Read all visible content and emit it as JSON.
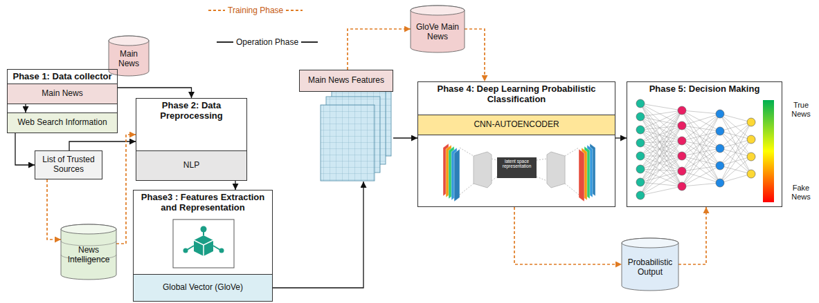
{
  "diagram": {
    "nodes": [
      {
        "text": [
          "Main News"
        ]
      },
      {
        "text": [
          "Phase 1: Data collector"
        ]
      },
      {
        "text": [
          "Main News"
        ],
        "in": 1
      },
      {
        "text": [
          "Web Search Information"
        ],
        "in": 1
      },
      {
        "text": [
          "List of Trusted Sources"
        ]
      },
      {
        "text": [
          "News Intelligence"
        ]
      },
      {
        "text": [
          "Phase 2: Data Preprocessing"
        ]
      },
      {
        "text": [
          "NLP"
        ],
        "in": 6
      },
      {
        "text": [
          "Phase3 : Features Extraction and Representation"
        ]
      },
      {
        "text": [
          "Global Vector (GloVe)"
        ],
        "in": 8
      },
      {
        "text": [
          "GloVe Main News"
        ]
      },
      {
        "text": [
          "Main News Features"
        ]
      },
      {
        "text": [
          "Phase 4: Deep Learning Probabilistic Classification"
        ]
      },
      {
        "text": [
          "CNN-AUTOENCODER"
        ],
        "in": 12
      },
      {
        "text": [
          "Probabilistic Output"
        ]
      },
      {
        "text": [
          "Phase 5: Decision Making"
        ]
      }
    ],
    "edges": [
      {
        "from": 2,
        "to": 6,
        "arrow": "to"
      },
      {
        "from": 2,
        "to": 3,
        "arrow": "to"
      },
      {
        "from": 3,
        "to": 4,
        "arrow": "to"
      },
      {
        "from": 4,
        "to": 6,
        "arrow": "to"
      },
      {
        "from": 4,
        "to": 5,
        "arrow": "to"
      },
      {
        "from": 5,
        "to": 6,
        "arrow": "to"
      },
      {
        "from": 6,
        "to": 8,
        "arrow": "to"
      },
      {
        "from": 9,
        "to": 11,
        "arrow": "to"
      },
      {
        "from": 11,
        "to": 12,
        "arrow": "to"
      },
      {
        "from": 11,
        "to": 10,
        "arrow": "to"
      },
      {
        "from": 10,
        "to": 12,
        "arrow": "to"
      },
      {
        "from": 12,
        "to": 15,
        "arrow": "to"
      },
      {
        "from": 12,
        "to": 14,
        "arrow": "to"
      },
      {
        "from": 14,
        "to": 15,
        "arrow": "to"
      }
    ],
    "labels": [
      "latent space representation",
      "True News",
      "Fake News"
    ],
    "legend": [
      {
        "text": "Training Phase"
      },
      {
        "text": "Operation Phase"
      }
    ]
  }
}
